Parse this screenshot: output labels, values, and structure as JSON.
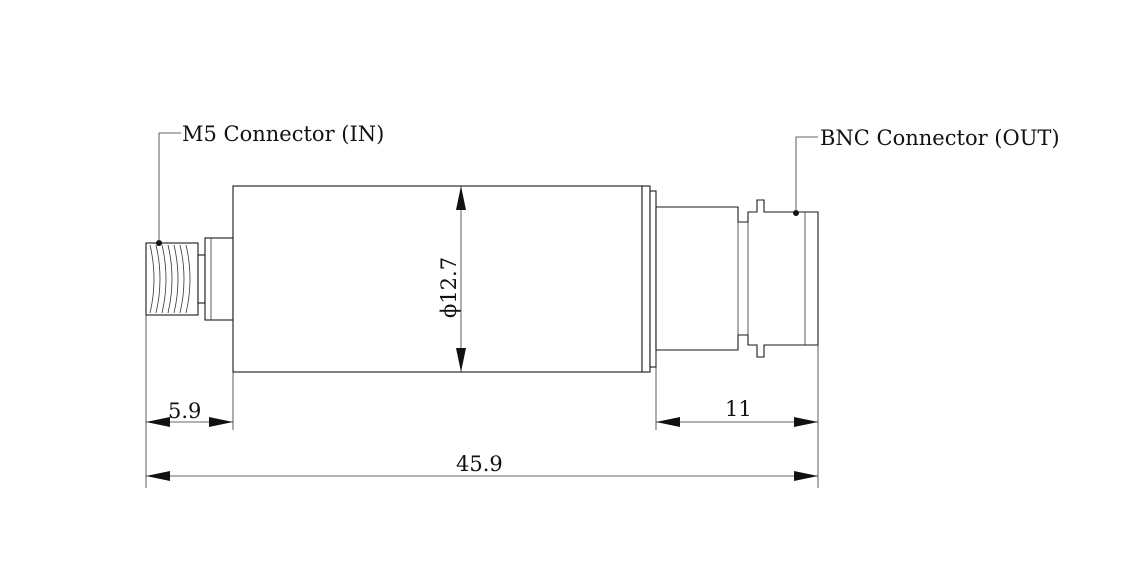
{
  "labels": {
    "input_connector": "M5 Connector (IN)",
    "output_connector": "BNC Connector (OUT)"
  },
  "dimensions": {
    "overall_length": "45.9",
    "input_length": "5.9",
    "output_length": "11",
    "diameter": "ϕ12.7"
  }
}
